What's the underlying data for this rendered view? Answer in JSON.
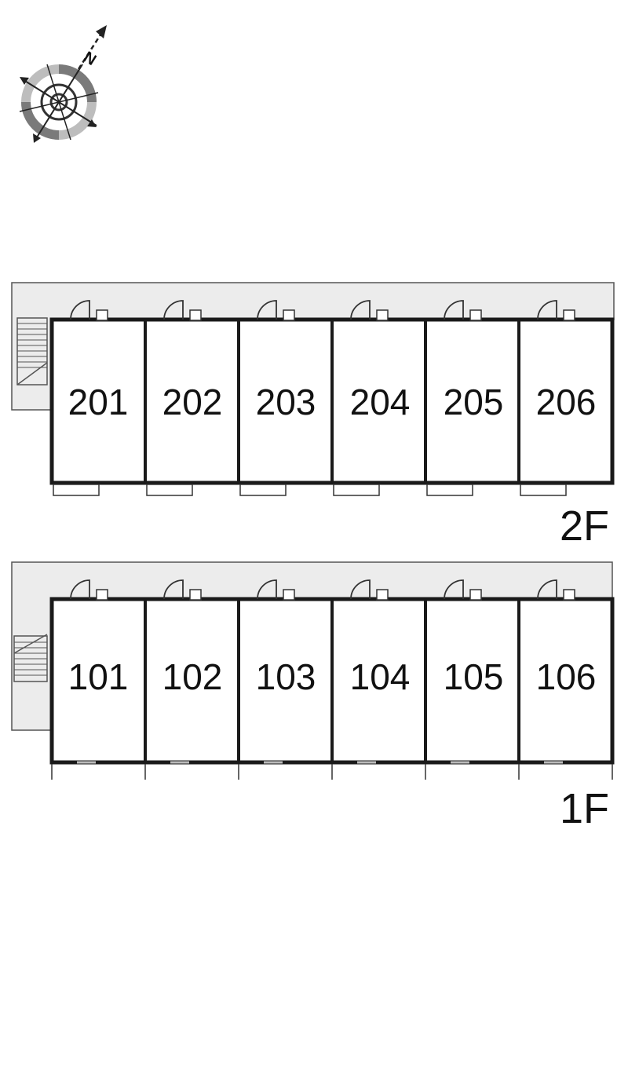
{
  "compass": {
    "label": "N",
    "icon": "north-arrow-icon"
  },
  "floors": [
    {
      "label": "2F",
      "units": [
        "201",
        "202",
        "203",
        "204",
        "205",
        "206"
      ]
    },
    {
      "label": "1F",
      "units": [
        "101",
        "102",
        "103",
        "104",
        "105",
        "106"
      ]
    }
  ],
  "colors": {
    "wall": "#1a1a1a",
    "corridor": "#ececec",
    "line": "#444444"
  }
}
